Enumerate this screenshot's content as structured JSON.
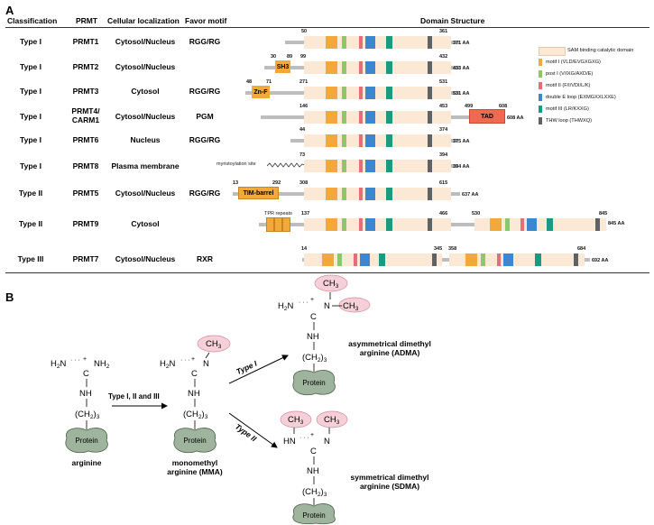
{
  "panels": {
    "a": "A",
    "b": "B"
  },
  "headers": {
    "classification": "Classification",
    "prmt": "PRMT",
    "localization": "Cellular localization",
    "motif": "Favor motif",
    "domain": "Domain Structure"
  },
  "rows": [
    {
      "type": "Type I",
      "prmt": [
        "PRMT1"
      ],
      "loc": "Cytosol/Nucleus",
      "motif": "RGG/RG"
    },
    {
      "type": "Type I",
      "prmt": [
        "PRMT2"
      ],
      "loc": "Cytosol/Nucleus",
      "motif": ""
    },
    {
      "type": "Type I",
      "prmt": [
        "PRMT3"
      ],
      "loc": "Cytosol",
      "motif": "RGG/RG"
    },
    {
      "type": "Type I",
      "prmt": [
        "PRMT4/",
        "CARM1"
      ],
      "loc": "Cytosol/Nucleus",
      "motif": "PGM"
    },
    {
      "type": "Type I",
      "prmt": [
        "PRMT6"
      ],
      "loc": "Nucleus",
      "motif": "RGG/RG"
    },
    {
      "type": "Type I",
      "prmt": [
        "PRMT8"
      ],
      "loc": "Plasma membrane",
      "motif": ""
    },
    {
      "type": "Type II",
      "prmt": [
        "PRMT5"
      ],
      "loc": "Cytosol/Nucleus",
      "motif": "RGG/RG"
    },
    {
      "type": "Type II",
      "prmt": [
        "PRMT9"
      ],
      "loc": "Cytosol",
      "motif": ""
    },
    {
      "type": "Type III",
      "prmt": [
        "PRMT7"
      ],
      "loc": "Cytosol/Nucleus",
      "motif": "RXR"
    }
  ],
  "proteins": [
    {
      "numbers": [
        "50",
        "361"
      ],
      "length": "371 AA"
    },
    {
      "numbers": [
        "30",
        "89",
        "99",
        "432"
      ],
      "length": "433 AA",
      "domain": "SH3"
    },
    {
      "numbers": [
        "48",
        "71",
        "271",
        "531"
      ],
      "length": "531 AA",
      "domain": "Zn-F"
    },
    {
      "numbers": [
        "146",
        "453",
        "499",
        "608"
      ],
      "length": "608 AA",
      "domain": "TAD"
    },
    {
      "numbers": [
        "44",
        "374"
      ],
      "length": "375 AA"
    },
    {
      "numbers": [
        "73",
        "394"
      ],
      "length": "394 AA",
      "note": "myristoylation site"
    },
    {
      "numbers": [
        "13",
        "292",
        "308",
        "615"
      ],
      "length": "637 AA",
      "domain": "TIM-barrel"
    },
    {
      "numbers": [
        "137",
        "466",
        "530",
        "845"
      ],
      "length": "845 AA",
      "domain": "TPR repeats"
    },
    {
      "numbers": [
        "14",
        "345",
        "358",
        "684"
      ],
      "length": "692 AA"
    }
  ],
  "legend": [
    {
      "label": "SAM binding catalytic domain",
      "color": "#fbe9d6"
    },
    {
      "label": "motif I (VLD/EVGXGXG)",
      "color": "#f2a93b"
    },
    {
      "label": "post I (V/IXG/AXD/E)",
      "color": "#8cc66d"
    },
    {
      "label": "motif II (F/I/VDI/L/K)",
      "color": "#e46f75"
    },
    {
      "label": "double E loop (EXMGXXLXXE)",
      "color": "#3d87d0"
    },
    {
      "label": "motif III (LR/KXXG)",
      "color": "#1a9a84"
    },
    {
      "label": "THW loop (THWXQ)",
      "color": "#5f6366"
    }
  ],
  "scheme": {
    "arginine": "arginine",
    "mma": [
      "monomethyl",
      "arginine (MMA)"
    ],
    "adma": [
      "asymmetrical dimethyl",
      "arginine (ADMA)"
    ],
    "sdma": [
      "symmetrical dimethyl",
      "arginine (SDMA)"
    ],
    "arrow_main": "Type I, II and III",
    "arrow_up": "Type I",
    "arrow_down": "Type II",
    "protein": "Protein",
    "ch3": "CH",
    "sub3": "3",
    "h2n": "H",
    "sub2": "2",
    "n": "N",
    "nh": "NH",
    "hn": "HN",
    "c": "C",
    "ch2": "(CH",
    "ch2tail": ")",
    "nh2": "NH",
    "plus": "+",
    "dots": "· · ·"
  }
}
